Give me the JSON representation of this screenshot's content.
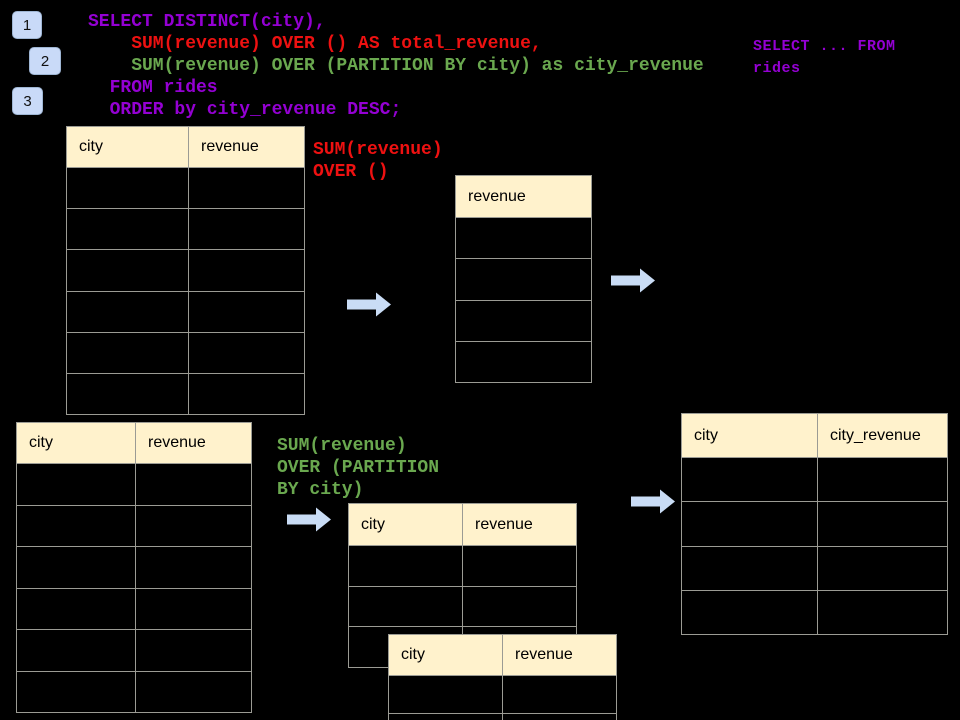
{
  "slide": {
    "background": "#000000"
  },
  "colors": {
    "purple": "#9400D3",
    "red": "#EE1111",
    "green": "#6AA84F",
    "header_bg": "#FFF2CC",
    "border": "#9B9B94",
    "arrow": "#C9DCF5",
    "badge_bg": "#C9DAF8"
  },
  "badges": [
    {
      "label": "1"
    },
    {
      "label": "2"
    },
    {
      "label": "3"
    }
  ],
  "sql_query": {
    "lines": [
      {
        "text": "SELECT DISTINCT(city),",
        "color": "purple",
        "indent": 0
      },
      {
        "text": "SUM(revenue) OVER () AS total_revenue,",
        "color": "red",
        "indent": 4
      },
      {
        "text": "SUM(revenue) OVER (PARTITION BY city) as city_revenue",
        "color": "green",
        "indent": 4
      },
      {
        "text": "FROM rides",
        "color": "purple",
        "indent": 2
      },
      {
        "text": "ORDER by city_revenue DESC;",
        "color": "purple",
        "indent": 2
      }
    ]
  },
  "sql_snippet_side": {
    "color": "purple",
    "lines": [
      {
        "text": "SELECT ... FROM"
      },
      {
        "text": "rides"
      }
    ]
  },
  "annotation_total": {
    "color": "red",
    "lines": [
      {
        "text": "SUM(revenue)"
      },
      {
        "text": "OVER ()"
      }
    ]
  },
  "annotation_partition": {
    "color": "green",
    "lines": [
      {
        "text": "SUM(revenue)"
      },
      {
        "text": "OVER (PARTITION"
      },
      {
        "text": "BY city)"
      }
    ]
  },
  "tables": {
    "rides_top": {
      "headers": [
        "city",
        "revenue"
      ],
      "empty_rows": 6
    },
    "total_revenue_result": {
      "headers": [
        "revenue"
      ],
      "empty_rows": 4
    },
    "rides_bottom": {
      "headers": [
        "city",
        "revenue"
      ],
      "empty_rows": 6
    },
    "partition_step": {
      "headers": [
        "city",
        "revenue"
      ],
      "empty_rows": 3
    },
    "partition_step_overlay": {
      "headers": [
        "city",
        "revenue"
      ],
      "empty_rows": 2
    },
    "city_revenue_result": {
      "headers": [
        "city",
        "city_revenue"
      ],
      "empty_rows": 4
    }
  }
}
